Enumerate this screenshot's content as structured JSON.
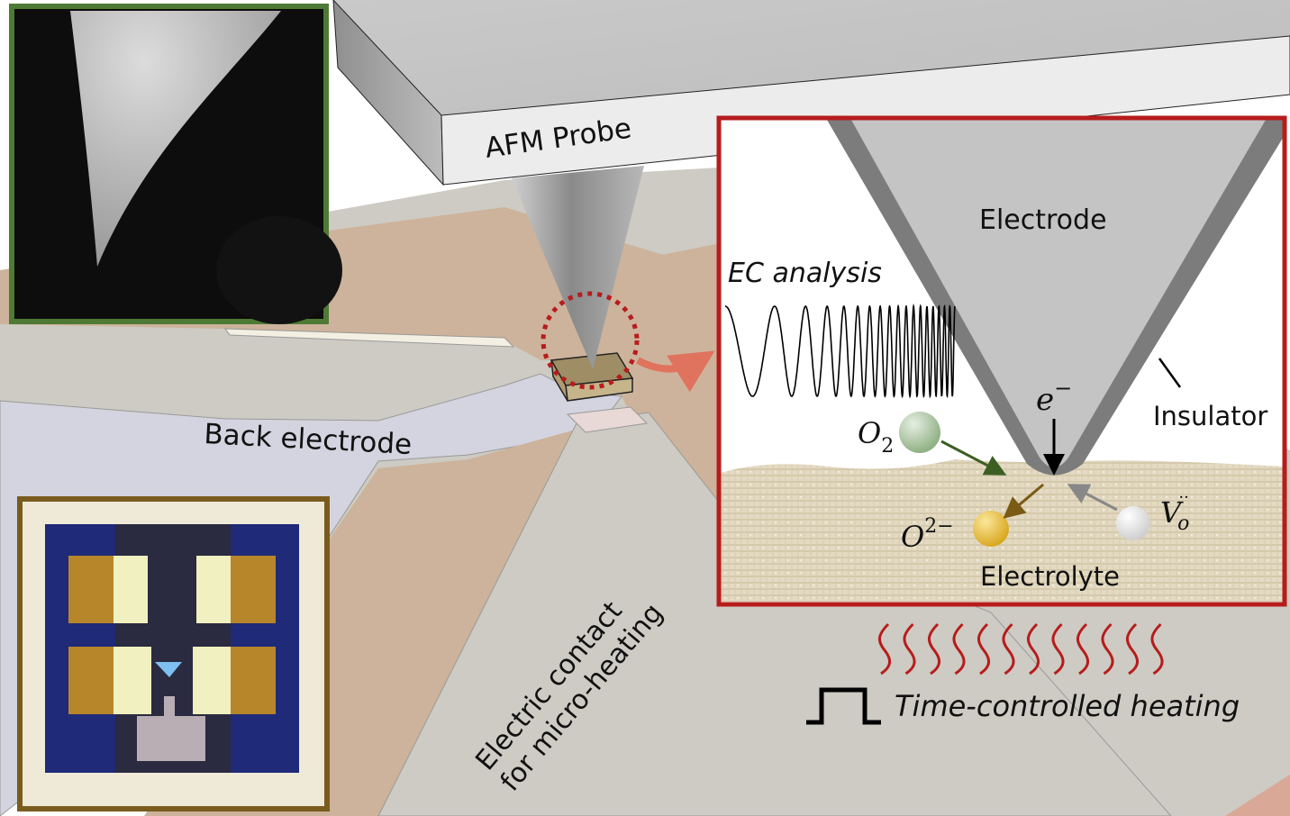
{
  "figure": {
    "labels": {
      "afm_probe": "AFM Probe",
      "back_electrode": "Back electrode",
      "electric_contact_line1": "Electric contact",
      "electric_contact_line2": "for micro-heating",
      "time_controlled_heating": "Time-controlled heating"
    },
    "inset_zoom": {
      "electrode": "Electrode",
      "insulator": "Insulator",
      "ec_analysis": "EC analysis",
      "electrolyte": "Electrolyte",
      "electron": "e",
      "electron_sup": "−",
      "oxygen_gas": "O",
      "oxygen_gas_sub": "2",
      "oxide_ion": "O",
      "oxide_ion_sup": "2−",
      "vacancy": "V",
      "vacancy_sub": "o",
      "vacancy_sup": "··"
    },
    "insets": {
      "sem_image": "sem-tip-photo",
      "chip_photo": "device-chip-photo"
    },
    "heat_wave_count": 12,
    "colors": {
      "zoom_frame": "#b71c1c",
      "sem_frame": "#4e7a35",
      "chip_frame": "#7a5c1e",
      "heat_waves": "#b71c1c",
      "contact_tan": "#cdb39b",
      "back_electrode": "#d4d4e0",
      "substrate": "#cdcbc3",
      "o2_arrow": "#3d5e22",
      "o2minus_arrow": "#7a5a14",
      "vacancy_arrow": "#888888"
    }
  }
}
